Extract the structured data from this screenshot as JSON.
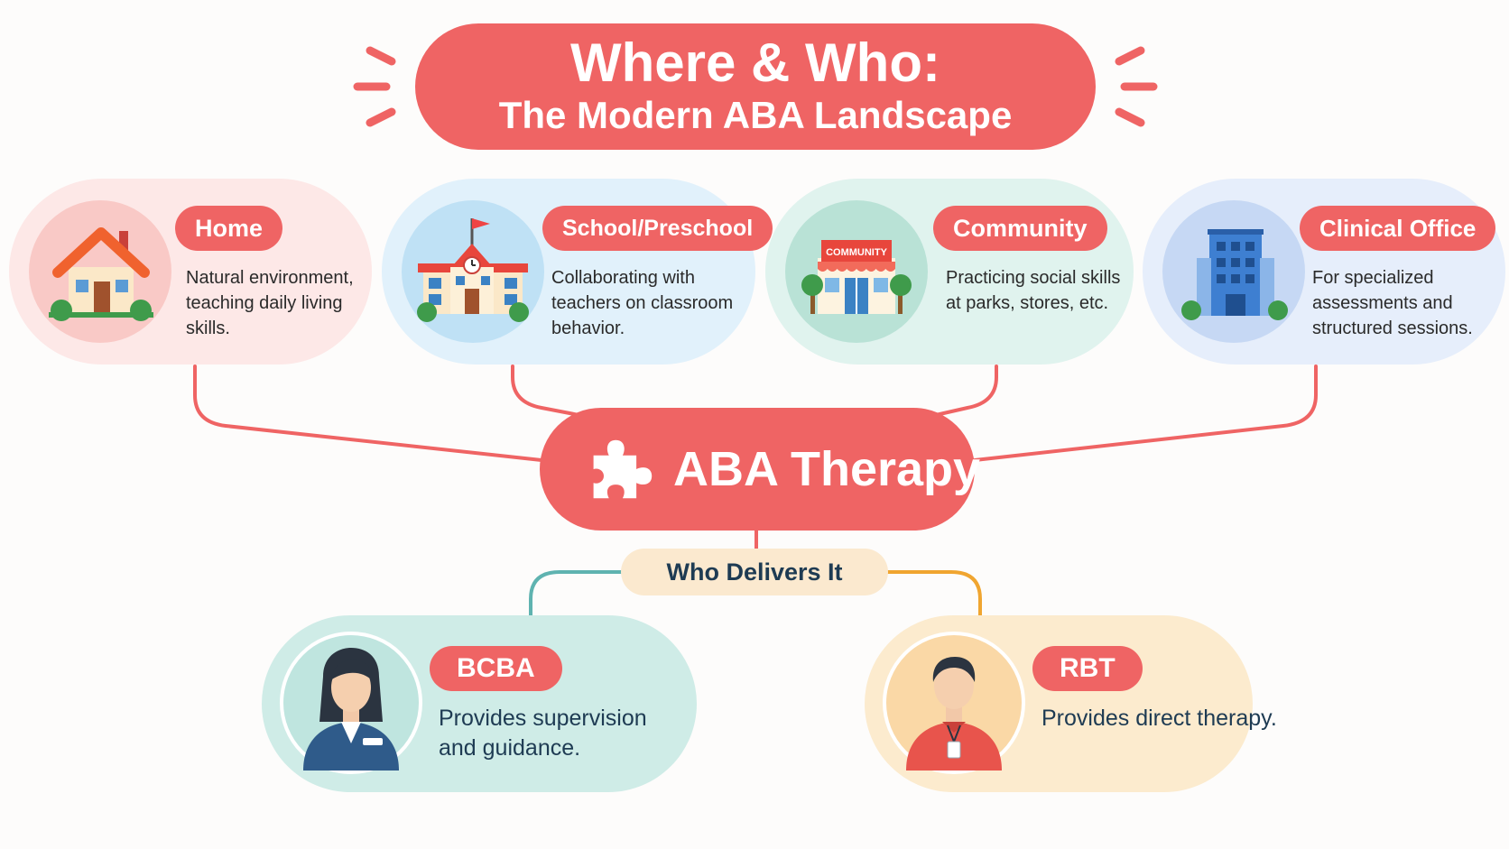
{
  "title": {
    "line1": "Where & Who:",
    "line2": "The Modern ABA Landscape"
  },
  "settings": [
    {
      "label": "Home",
      "description": "Natural environment, teaching daily living skills.",
      "icon": "house-icon"
    },
    {
      "label": "School/Preschool",
      "description": "Collaborating with teachers on classroom behavior.",
      "icon": "school-icon"
    },
    {
      "label": "Community",
      "description": "Practicing social skills at parks, stores, etc.",
      "icon": "storefront-icon",
      "sign_text": "COMMUNITY"
    },
    {
      "label": "Clinical Office",
      "description": "For specialized assessments and structured sessions.",
      "icon": "office-building-icon"
    }
  ],
  "hub": {
    "label": "ABA Therapy",
    "icon": "puzzle-piece-icon"
  },
  "who": {
    "label": "Who Delivers It"
  },
  "roles": [
    {
      "label": "BCBA",
      "description": "Provides supervision and guidance.",
      "icon": "woman-professional-icon"
    },
    {
      "label": "RBT",
      "description": "Provides direct therapy.",
      "icon": "man-technician-icon"
    }
  ],
  "colors": {
    "accent": "#ef6464",
    "home_bg": "#fde8e7",
    "school_bg": "#e1f1fb",
    "community_bg": "#e0f3ee",
    "clinic_bg": "#e6eefb",
    "bcba_bg": "#cfece7",
    "rbt_bg": "#fcebce",
    "who_bg": "#fbe9cf",
    "bcba_connector": "#5fb3b0",
    "rbt_connector": "#f0a530",
    "text_dark": "#1e3b53"
  }
}
